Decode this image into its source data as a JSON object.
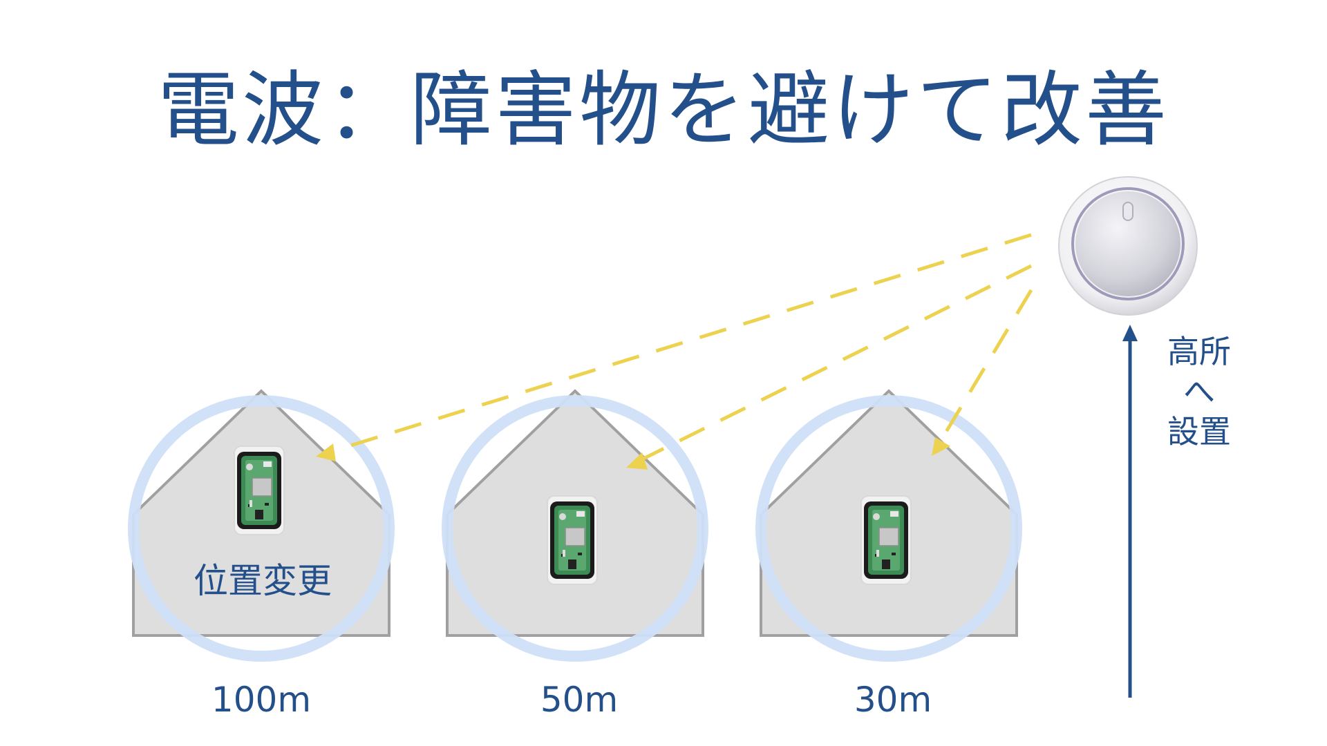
{
  "title": "電波：障害物を避けて改善",
  "houses": [
    {
      "distance_label": "100m",
      "caption": "位置変更"
    },
    {
      "distance_label": "50m",
      "caption": ""
    },
    {
      "distance_label": "30m",
      "caption": ""
    }
  ],
  "height_label": [
    "高所",
    "へ",
    "設置"
  ],
  "colors": {
    "title": "#234f8a",
    "signal_line": "#ecd24f",
    "coverage_ring": "#cfdff7",
    "house_fill": "#dedede",
    "house_stroke": "#a0a0a0",
    "arrow": "#234f8a"
  },
  "icons": {
    "gateway": "round-gateway-device-icon",
    "sensor": "sensor-board-icon"
  }
}
